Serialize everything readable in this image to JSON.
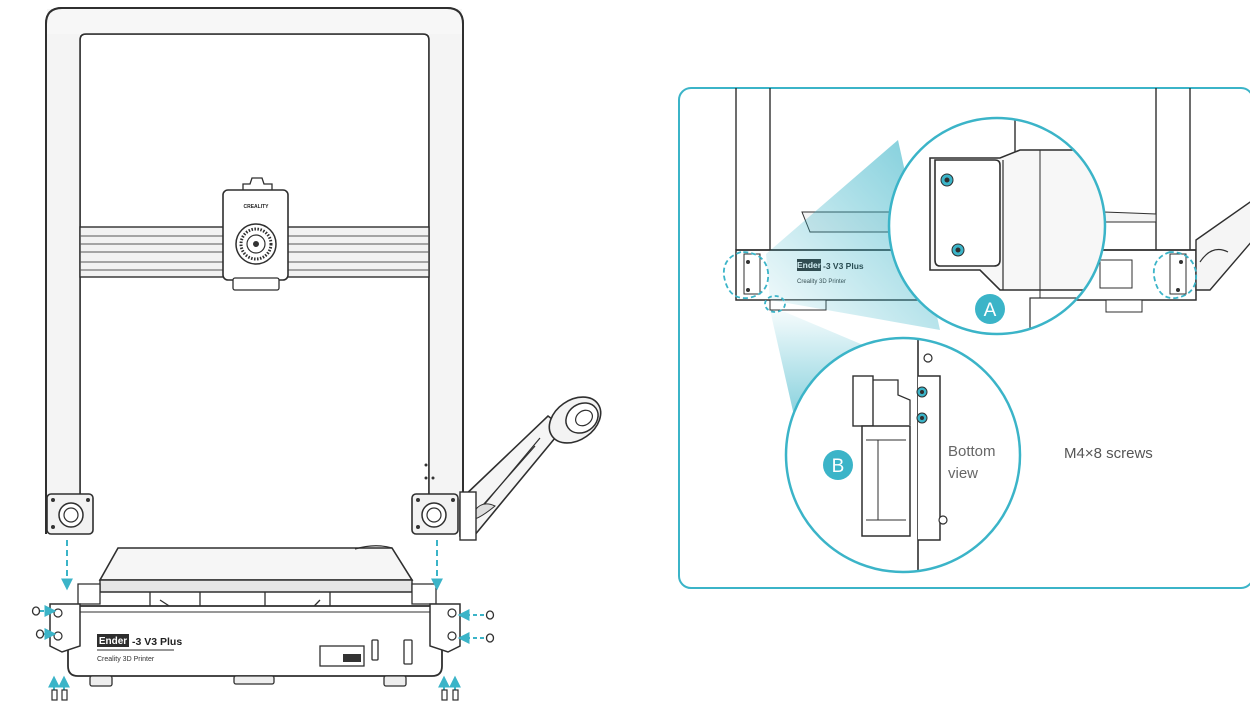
{
  "printer": {
    "model_badge": "Ender",
    "model_suffix": "-3 V3 Plus",
    "subtitle": "Creality 3D Printer",
    "toolhead_brand": "CREALITY"
  },
  "callouts": {
    "a_letter": "A",
    "b_letter": "B",
    "b_caption_line1": "Bottom",
    "b_caption_line2": "view",
    "screw_spec": "M4×8 screws"
  },
  "colors": {
    "accent": "#3bb4c8",
    "frame": "#333333",
    "metal": "#e9e9e9"
  }
}
